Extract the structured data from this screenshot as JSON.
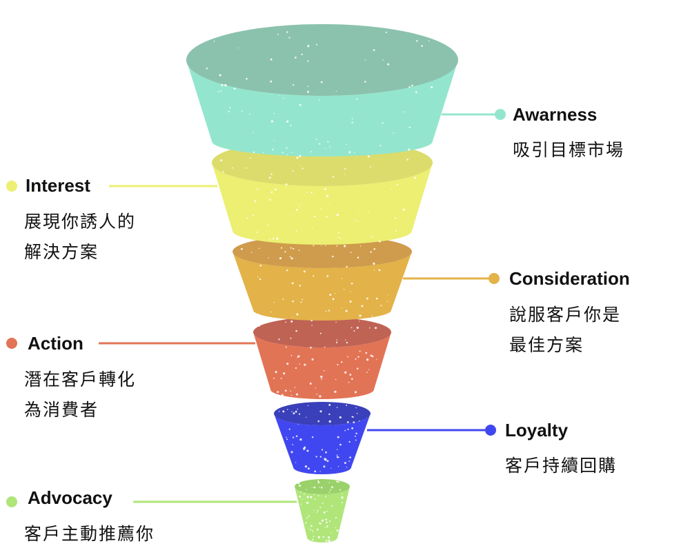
{
  "stages": [
    {
      "title": "Awarness",
      "desc_lines": [
        "吸引目標市場"
      ],
      "color": "#93e6cd",
      "top_color": "#8bc2ae",
      "side": "right"
    },
    {
      "title": "Interest",
      "desc_lines": [
        "展現你誘人的",
        "解決方案"
      ],
      "color": "#ecef71",
      "top_color": "#dcdc6c",
      "side": "left"
    },
    {
      "title": "Consideration",
      "desc_lines": [
        "說服客戶你是",
        "最佳方案"
      ],
      "color": "#e3b248",
      "top_color": "#cf9b4c",
      "side": "right"
    },
    {
      "title": "Action",
      "desc_lines": [
        "潛在客戶轉化",
        "為消費者"
      ],
      "color": "#e27456",
      "top_color": "#bf6355",
      "side": "left"
    },
    {
      "title": "Loyalty",
      "desc_lines": [
        "客戶持續回購"
      ],
      "color": "#4147f0",
      "top_color": "#3a3fba",
      "side": "right"
    },
    {
      "title": "Advocacy",
      "desc_lines": [
        "客戶主動推薦你"
      ],
      "color": "#b0e57a",
      "top_color": "#9ad16a",
      "side": "left"
    }
  ]
}
